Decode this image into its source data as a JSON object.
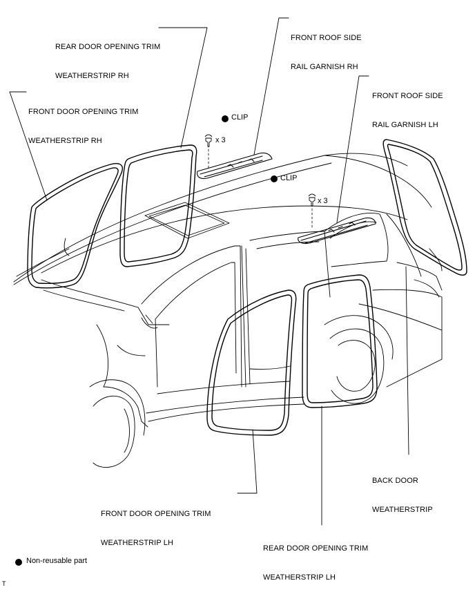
{
  "labels": {
    "rear_door_rh": [
      "REAR DOOR OPENING TRIM",
      "WEATHERSTRIP RH"
    ],
    "front_roof_rh": [
      "FRONT ROOF SIDE",
      "RAIL GARNISH RH"
    ],
    "front_roof_lh": [
      "FRONT ROOF SIDE",
      "RAIL GARNISH LH"
    ],
    "front_door_rh": [
      "FRONT DOOR OPENING TRIM",
      "WEATHERSTRIP RH"
    ],
    "back_door": [
      "BACK DOOR",
      "WEATHERSTRIP"
    ],
    "front_door_lh": [
      "FRONT DOOR OPENING TRIM",
      "WEATHERSTRIP LH"
    ],
    "rear_door_lh": [
      "REAR DOOR OPENING TRIM",
      "WEATHERSTRIP LH"
    ]
  },
  "clip": {
    "label": "CLIP",
    "quantity": "x 3"
  },
  "legend": {
    "text": "Non-reusable part"
  },
  "corner_mark": "T",
  "icons": {
    "clip_marker": "filled-circle-icon",
    "clip_fastener": "push-clip-icon"
  }
}
